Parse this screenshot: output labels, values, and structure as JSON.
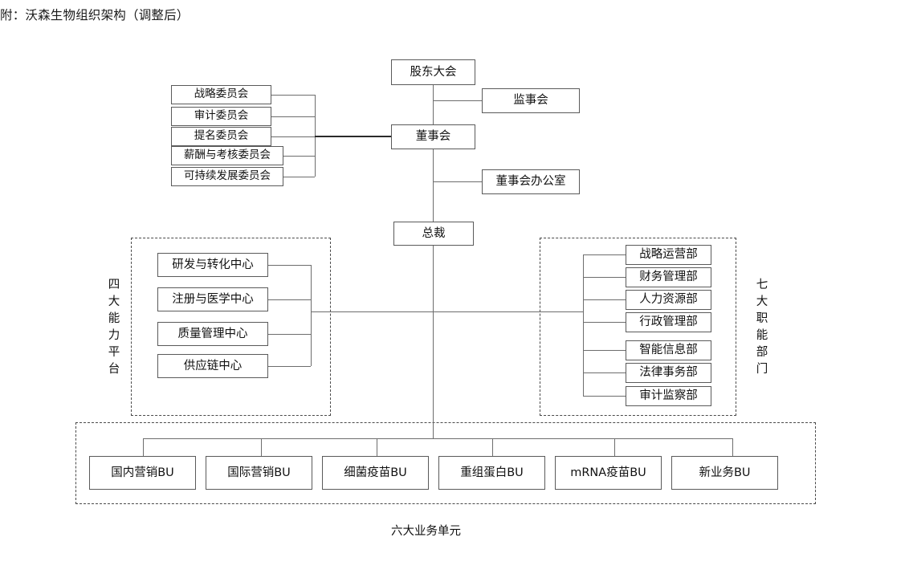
{
  "document": {
    "title": "附：沃森生物组织架构（调整后）"
  },
  "governance": {
    "shareholders_meeting": "股东大会",
    "supervisory_board": "监事会",
    "board_of_directors": "董事会",
    "board_office": "董事会办公室",
    "president": "总裁"
  },
  "committees": {
    "items": [
      {
        "label": "战略委员会"
      },
      {
        "label": "审计委员会"
      },
      {
        "label": "提名委员会"
      },
      {
        "label": "薪酬与考核委员会"
      },
      {
        "label": "可持续发展委员会"
      }
    ]
  },
  "platforms": {
    "side_label": "四大能力平台",
    "items": [
      {
        "label": "研发与转化中心"
      },
      {
        "label": "注册与医学中心"
      },
      {
        "label": "质量管理中心"
      },
      {
        "label": "供应链中心"
      }
    ]
  },
  "departments": {
    "side_label": "七大职能部门",
    "items": [
      {
        "label": "战略运营部"
      },
      {
        "label": "财务管理部"
      },
      {
        "label": "人力资源部"
      },
      {
        "label": "行政管理部"
      },
      {
        "label": "智能信息部"
      },
      {
        "label": "法律事务部"
      },
      {
        "label": "审计监察部"
      }
    ]
  },
  "business_units": {
    "caption": "六大业务单元",
    "items": [
      {
        "label": "国内营销BU"
      },
      {
        "label": "国际营销BU"
      },
      {
        "label": "细菌疫苗BU"
      },
      {
        "label": "重组蛋白BU"
      },
      {
        "label": "mRNA疫苗BU"
      },
      {
        "label": "新业务BU"
      }
    ]
  },
  "colors": {
    "line": "#6d6d6d",
    "line_strong": "#2b2b2b",
    "box_border": "#5a5a5a",
    "dashed_border": "#4a4a4a",
    "text": "#111111",
    "background": "#ffffff"
  }
}
